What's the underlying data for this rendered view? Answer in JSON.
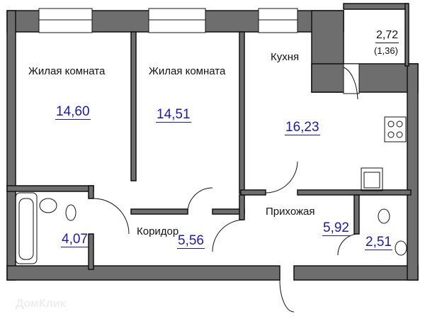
{
  "rooms": [
    {
      "name": "Жилая комната",
      "area": "14,60"
    },
    {
      "name": "Жилая комната",
      "area": "14,51"
    },
    {
      "name": "Кухня",
      "area": "16,23"
    },
    {
      "name": "Коридор",
      "area": "5,56"
    },
    {
      "name": "Прихожая",
      "area": "5,92"
    },
    {
      "name": "",
      "area": "4,07"
    },
    {
      "name": "",
      "area": "2,51"
    }
  ],
  "balcony": {
    "area": "2,72",
    "reduced_area": "(1,36)"
  },
  "watermark": "ДомКлик",
  "colors": {
    "wall": "#6e6e6e",
    "area_text": "#1a1aa8"
  }
}
